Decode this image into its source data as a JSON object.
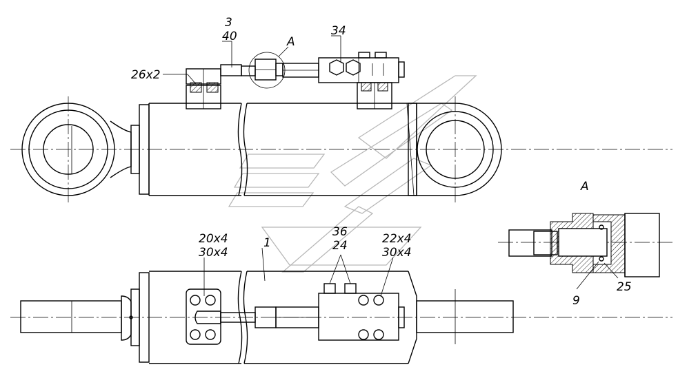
{
  "labels": {
    "l3": "3",
    "l40": "40",
    "lA_top": "A",
    "l34": "34",
    "l26x2": "26x2",
    "l20x4": "20x4",
    "l30x4_left": "30x4",
    "l36": "36",
    "l24": "24",
    "l1": "1",
    "l22x4": "22x4",
    "l30x4_right": "30x4",
    "lA_view": "A",
    "l9": "9",
    "l25": "25"
  }
}
